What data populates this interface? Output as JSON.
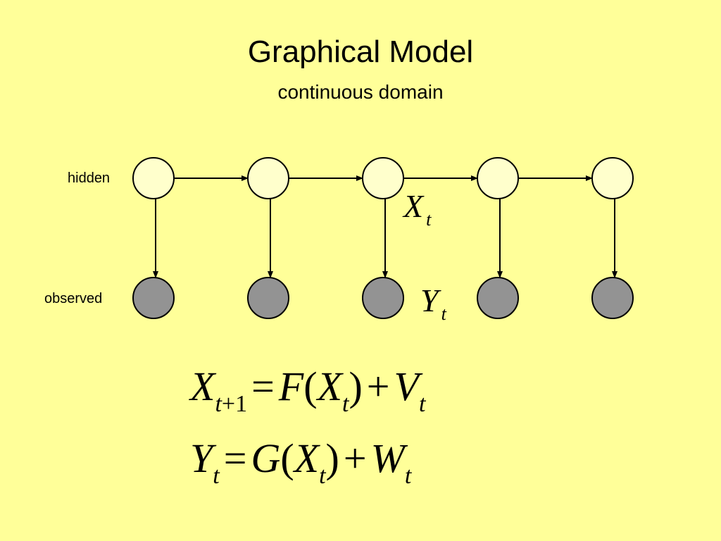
{
  "slide": {
    "title": "Graphical Model",
    "subtitle": "continuous domain"
  },
  "diagram": {
    "row_labels": {
      "hidden": "hidden",
      "observed": "observed"
    },
    "node_count": 5,
    "colors": {
      "background": "#ffff99",
      "hidden_fill": "#ffffcc",
      "observed_fill": "#939393",
      "stroke": "#000000"
    },
    "hidden_node_label": {
      "symbol": "X",
      "subscript": "t"
    },
    "observed_node_label": {
      "symbol": "Y",
      "subscript": "t"
    }
  },
  "equations": [
    {
      "lhs": "X",
      "lhs_sub": "t+1",
      "eq": "=",
      "fn": "F",
      "open": "(",
      "arg": "X",
      "arg_sub": "t",
      "close": ")",
      "plus": "+",
      "noise": "V",
      "noise_sub": "t"
    },
    {
      "lhs": "Y",
      "lhs_sub": "t",
      "eq": "=",
      "fn": "G",
      "open": "(",
      "arg": "X",
      "arg_sub": "t",
      "close": ")",
      "plus": "+",
      "noise": "W",
      "noise_sub": "t"
    }
  ]
}
